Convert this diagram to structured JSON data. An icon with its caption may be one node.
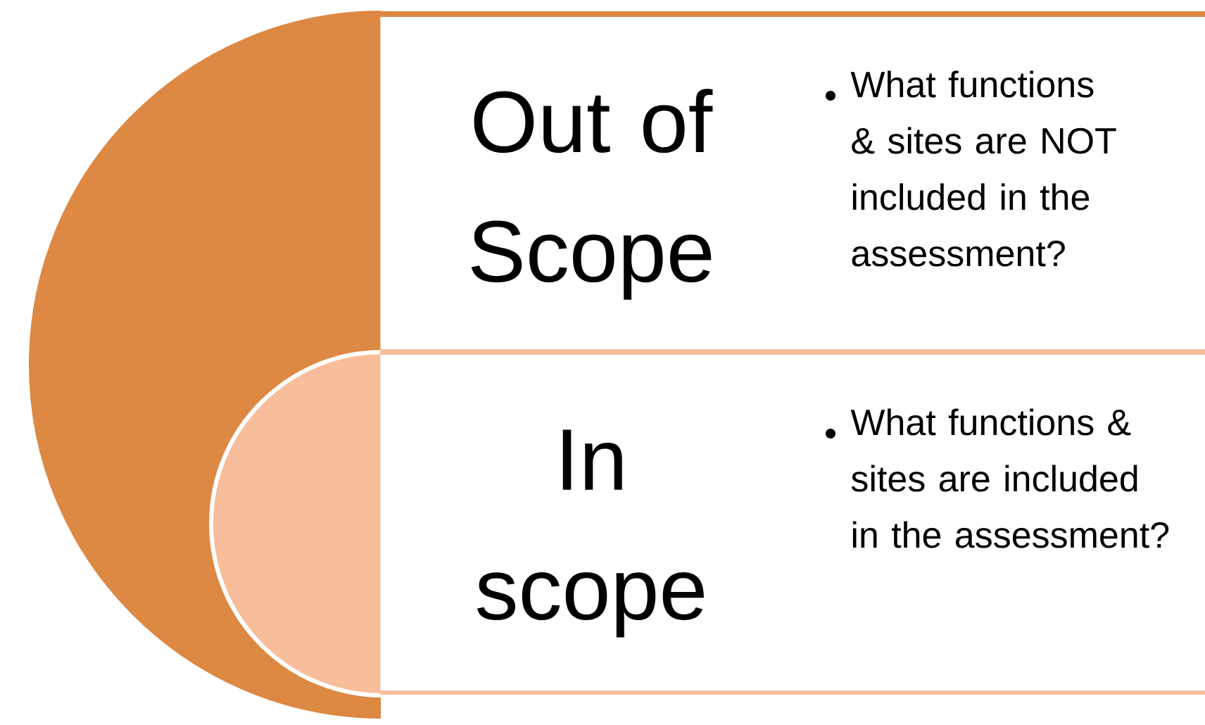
{
  "diagram": {
    "nodes": [
      {
        "text": [
          "Out of Scope",
          "What functions & sites are NOT included in the assessment?"
        ]
      },
      {
        "text": [
          "In scope",
          "What functions & sites are included in the assessment?"
        ]
      }
    ]
  }
}
